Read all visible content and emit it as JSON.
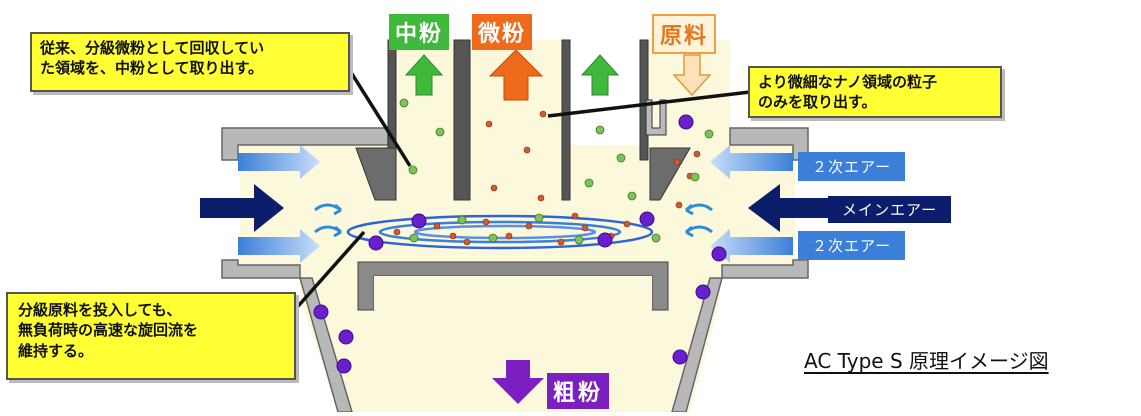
{
  "callouts": {
    "left_top": [
      "従来、分級微粉として回収してい",
      "た領域を、中粉として取り出す。"
    ],
    "right_top": [
      "より微細なナノ領域の粒子",
      "のみを取り出す。"
    ],
    "left_bottom": [
      "分級原料を投入しても、",
      "無負荷時の高速な旋回流を",
      "維持する。"
    ]
  },
  "outlets": {
    "medium": "中粉",
    "fine": "微粉",
    "raw": "原料",
    "coarse": "粗粉"
  },
  "air_labels": {
    "secondary_top": "２次エアー",
    "main": "メインエアー",
    "secondary_bottom": "２次エアー"
  },
  "caption": "AC Type S 原理イメージ図",
  "colors": {
    "callout_fill": "#ffff33",
    "medium_green": "#3fb93b",
    "fine_orange": "#f06a1c",
    "raw_beige": "#f6c483",
    "coarse_purple": "#7b1fc1",
    "secondary_air_blue": "#3b7fd8",
    "main_air_navy": "#0b1d6b",
    "chamber_fill": "#fbf8dc",
    "wall_grey": "#b8b8b8"
  },
  "icons": [
    "arrow-up-icon",
    "arrow-down-icon",
    "arrow-right-icon",
    "arrow-left-icon",
    "swirl-icon"
  ]
}
